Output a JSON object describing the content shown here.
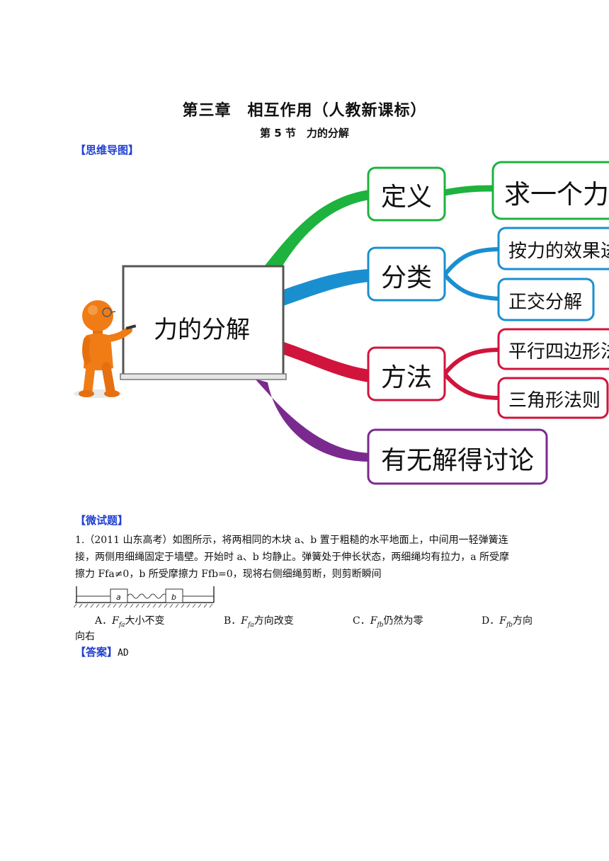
{
  "header": {
    "title": "第三章　相互作用（人教新课标）",
    "subtitle": "第 5 节　力的分解"
  },
  "mindmap": {
    "section_label": "【思维导图】",
    "center": "力的分解",
    "branches": [
      {
        "label": "定义",
        "color": "#1db33e",
        "children": [
          "求一个力的"
        ]
      },
      {
        "label": "分类",
        "color": "#1a8fd0",
        "children": [
          "按力的效果进",
          "正交分解"
        ]
      },
      {
        "label": "方法",
        "color": "#d0143c",
        "children": [
          "平行四边形法",
          "三角形法则"
        ]
      },
      {
        "label": "有无解得讨论",
        "color": "#7a2a8f",
        "children": []
      }
    ]
  },
  "quiz": {
    "section_label": "【微试题】",
    "question": {
      "number": "1.",
      "source": "（2011 山东高考）",
      "line1": "如图所示，将两相同的木块 a、b 置于粗糙的水平地面上，中间用一轻弹簧连",
      "line2": "接，两侧用细绳固定于墙壁。开始时 a、b 均静止。弹簧处于伸长状态，两细绳均有拉力，a 所受摩",
      "line3": "擦力 Ffa≠0，b 所受摩擦力 Ffb=0，现将右侧细绳剪断，则剪断瞬间",
      "figure_labels": {
        "block_a": "a",
        "block_b": "b"
      },
      "options": [
        {
          "key": "A．",
          "F": "F",
          "sub": "fa",
          "text": "大小不变"
        },
        {
          "key": "B．",
          "F": "F",
          "sub": "fa",
          "text": "方向改变"
        },
        {
          "key": "C．",
          "F": "F",
          "sub": "fb",
          "text": "仍然为零"
        },
        {
          "key": "D．",
          "F": "F",
          "sub": "fb",
          "text": "方向向右"
        }
      ],
      "option_d_wrap": "向右"
    },
    "answer_label": "【答案】",
    "answer": "AD"
  }
}
